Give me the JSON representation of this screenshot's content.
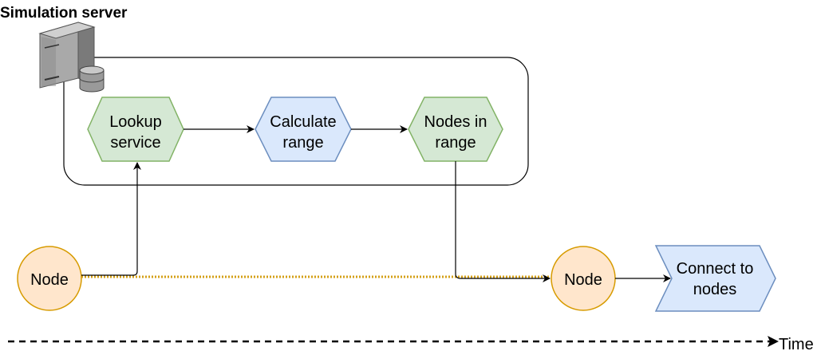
{
  "server": {
    "title": "Simulation server",
    "icon": "server-icon"
  },
  "steps": {
    "lookup": {
      "line1": "Lookup",
      "line2": "service"
    },
    "calculate": {
      "line1": "Calculate",
      "line2": "range"
    },
    "nodes_in_range": {
      "line1": "Nodes in",
      "line2": "range"
    },
    "connect": {
      "line1": "Connect to",
      "line2": "nodes"
    }
  },
  "nodes": {
    "left": "Node",
    "right": "Node"
  },
  "timeline": {
    "label": "Time"
  },
  "colors": {
    "green_fill": "#d5e8d4",
    "green_stroke": "#82b366",
    "blue_fill": "#dae8fc",
    "blue_stroke": "#6c8ebf",
    "orange_fill": "#ffe6cc",
    "orange_stroke": "#d79b00",
    "dotted_line": "#d4a017"
  }
}
